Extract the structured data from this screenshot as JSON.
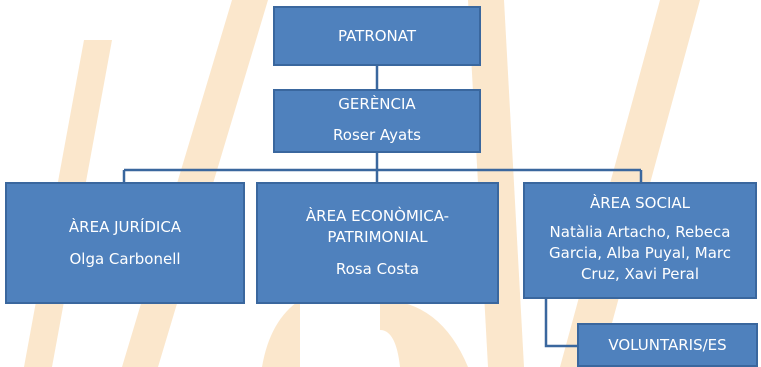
{
  "colors": {
    "box_fill": "#4f81bd",
    "box_border": "#3a679e",
    "connector": "#3a679e",
    "text": "#ffffff",
    "watermark": "#fbe7cc"
  },
  "org": {
    "patronat": {
      "title": "PATRONAT"
    },
    "gerencia": {
      "title": "GERÈNCIA",
      "members": "Roser Ayats"
    },
    "area_juridica": {
      "title": "ÀREA JURÍDICA",
      "members": "Olga Carbonell"
    },
    "area_economica": {
      "title": "ÀREA ECONÒMICA-PATRIMONIAL",
      "members": "Rosa Costa"
    },
    "area_social": {
      "title": "ÀREA SOCIAL",
      "members": "Natàlia Artacho, Rebeca Garcia, Alba Puyal, Marc Cruz, Xavi Peral"
    },
    "voluntaris": {
      "title": "VOLUNTARIS/ES"
    }
  }
}
